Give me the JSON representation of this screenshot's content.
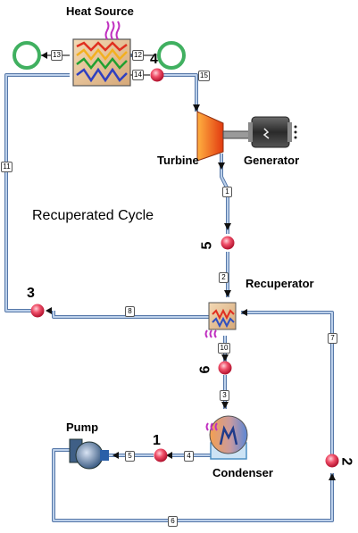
{
  "title": "Recuperated Cycle",
  "components": {
    "heat_source": "Heat Source",
    "turbine": "Turbine",
    "generator": "Generator",
    "recuperator": "Recuperator",
    "pump": "Pump",
    "condenser": "Condenser"
  },
  "state_points": [
    "1",
    "2",
    "3",
    "4",
    "5",
    "6"
  ],
  "streams": [
    "1",
    "2",
    "3",
    "4",
    "5",
    "6",
    "7",
    "8",
    "10",
    "11",
    "12",
    "13",
    "14",
    "15"
  ],
  "colors": {
    "pipe": "#9cb6d6",
    "pipe_edge": "#5577a8",
    "arrow": "#111111",
    "state_marker": "#e8344e"
  }
}
